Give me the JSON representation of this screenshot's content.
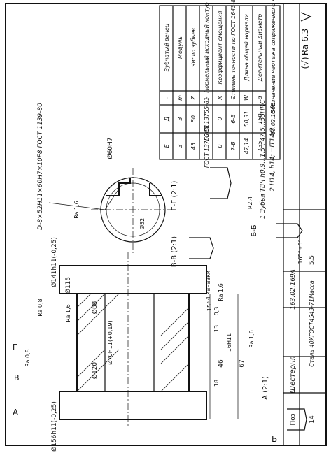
{
  "roughness": "Ra 6.3",
  "param_table": {
    "rows": [
      {
        "name": "Зубчатый венец",
        "sym": "-",
        "d": "Д",
        "e": "Е"
      },
      {
        "name": "Модуль",
        "sym": "m",
        "d": "3",
        "e": "3"
      },
      {
        "name": "Число зубьев",
        "sym": "Z",
        "d": "50",
        "e": "45"
      },
      {
        "name": "Нормальный исходный контур",
        "sym": "-",
        "d": "ГОСТ 13755-81",
        "e": "ГОСТ 13755-81"
      },
      {
        "name": "Коэффициент смещения",
        "sym": "X",
        "d": "0",
        "e": "0"
      },
      {
        "name": "Степень точности по ГОСТ 1643-81",
        "sym": "-",
        "d": "6-В",
        "e": "7-В"
      },
      {
        "name": "Длина общей нормали",
        "sym": "W",
        "d": "50,31",
        "e": "47,14"
      },
      {
        "name": "Делительный диаметр",
        "sym": "d",
        "d": "150",
        "e": "135"
      },
      {
        "name": "Обозначение чертежа сопряженного колеса",
        "sym": "",
        "d": "63.02.154Е",
        "e": ""
      }
    ]
  },
  "spline_spec": "D-8×52H11×60H7×10F8 ГОСТ 1139-80",
  "dims": {
    "d_156": "Ø156h11(-0,25)",
    "d_141": "Ø141h11(-0,25)",
    "d_115": "Ø115",
    "d_88": "Ø88",
    "d_120": "Ø120",
    "d_70": "Ø70H11(+0,19)",
    "d_60": "Ø60H7",
    "d_52": "Ø52",
    "len_67": "67",
    "len_46": "46",
    "len_16": "16H11",
    "len_18": "18",
    "len_13": "13",
    "len_03": "0,3",
    "angle_15": "15°",
    "grooves": "4 канавки",
    "r_24": "R2,4",
    "angle_165": "165°±5°"
  },
  "ra_marks": [
    "Ra 0,8",
    "Ra 0,8",
    "Ra 1,6",
    "Ra 1,6",
    "Ra 1,6",
    "Ra 1,6"
  ],
  "views": {
    "vv": "В-В (2:1)",
    "gg": "Г-Г (2:1)",
    "bb": "Б-Б",
    "a": "А (2:1)",
    "letter_a": "А",
    "letter_b": "В",
    "letter_g": "Г",
    "letter_bt": "Б"
  },
  "tech_notes": [
    "1 Зубья ТВЧ h0,9...1,5 ; 47,5...53HRC",
    "2 H14, h14; ±IT14/2"
  ],
  "title_block": {
    "pos_header": "Поз",
    "pos": "14",
    "name": "Шестерня",
    "number": "163.02.169А",
    "material": "Сталь 40ХГОСТ4543-71",
    "mass_label": "Масса",
    "mass": "5,5"
  }
}
